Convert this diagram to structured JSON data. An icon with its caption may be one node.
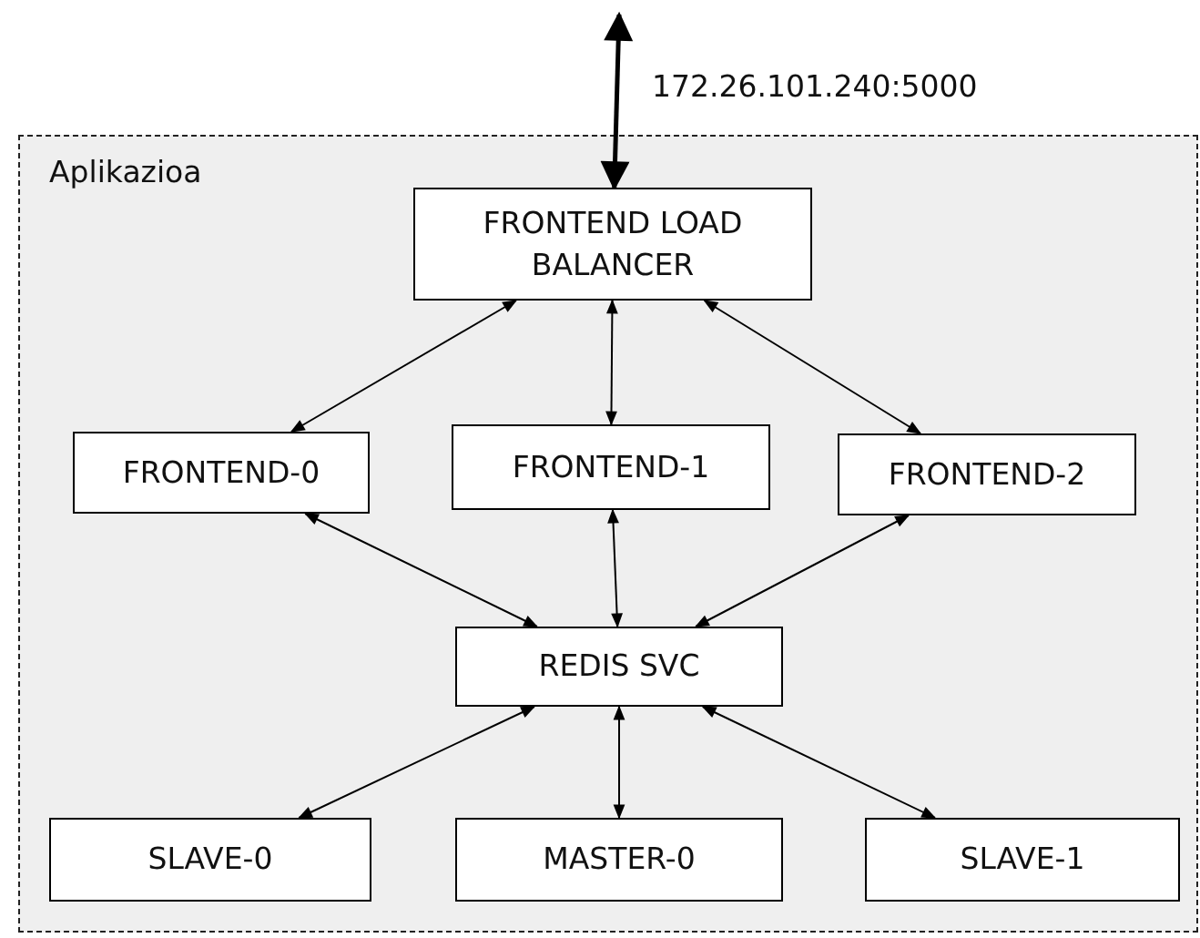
{
  "diagram": {
    "nodes": [
      {
        "text": [
          "Aplikazioa"
        ]
      },
      {
        "text": [
          "FRONTEND LOAD BALANCER"
        ],
        "in": 0
      },
      {
        "text": [
          "FRONTEND-0"
        ],
        "in": 0
      },
      {
        "text": [
          "FRONTEND-1"
        ],
        "in": 0
      },
      {
        "text": [
          "FRONTEND-2"
        ],
        "in": 0
      },
      {
        "text": [
          "REDIS SVC"
        ],
        "in": 0
      },
      {
        "text": [
          "SLAVE-0"
        ],
        "in": 0
      },
      {
        "text": [
          "MASTER-0"
        ],
        "in": 0
      },
      {
        "text": [
          "SLAVE-1"
        ],
        "in": 0
      }
    ],
    "edges": [
      {
        "from": null,
        "to": 1,
        "arrow": "both",
        "label": "172.26.101.240:5000",
        "style": "thick"
      },
      {
        "from": 1,
        "to": 2,
        "arrow": "both"
      },
      {
        "from": 1,
        "to": 3,
        "arrow": "both"
      },
      {
        "from": 1,
        "to": 4,
        "arrow": "both"
      },
      {
        "from": 2,
        "to": 5,
        "arrow": "both"
      },
      {
        "from": 3,
        "to": 5,
        "arrow": "both"
      },
      {
        "from": 4,
        "to": 5,
        "arrow": "both"
      },
      {
        "from": 5,
        "to": 6,
        "arrow": "both"
      },
      {
        "from": 5,
        "to": 7,
        "arrow": "both"
      },
      {
        "from": 5,
        "to": 8,
        "arrow": "both"
      }
    ]
  }
}
